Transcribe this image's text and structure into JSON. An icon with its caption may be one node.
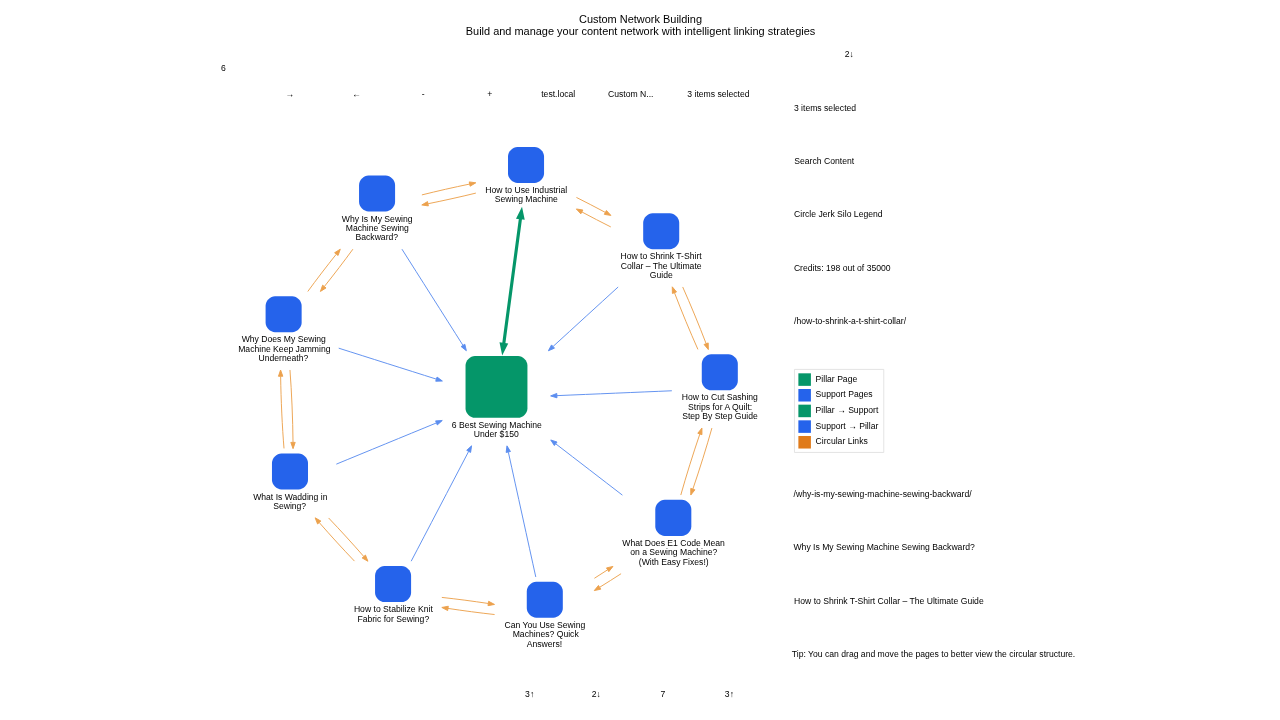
{
  "diagram": {
    "title": "Custom Network Building",
    "caption": "Build and manage your content network with intelligent linking strategies",
    "nodes": [
      {
        "text": [
          "6 Best Sewing Machine Under $150"
        ]
      },
      {
        "text": [
          "How to Cut Sashing Strips for A Quilt: Step By Step Guide"
        ]
      },
      {
        "text": [
          "How to Shrink T-Shirt Collar – The Ultimate Guide"
        ]
      },
      {
        "text": [
          "How to Use Industrial Sewing Machine"
        ]
      },
      {
        "text": [
          "Why Is My Sewing Machine Sewing Backward?"
        ]
      },
      {
        "text": [
          "Why Does My Sewing Machine Keep Jamming Underneath?"
        ]
      },
      {
        "text": [
          "What Is Wadding in Sewing?"
        ]
      },
      {
        "text": [
          "How to Stabilize Knit Fabric for Sewing?"
        ]
      },
      {
        "text": [
          "Can You Use Sewing Machines? Quick Answers!"
        ]
      },
      {
        "text": [
          "What Does E1 Code Mean on a Sewing Machine? (With Easy Fixes!)"
        ]
      }
    ],
    "edges": [
      {
        "from": 0,
        "to": 3,
        "arrow": "both",
        "color": "#059669",
        "style": "thick"
      },
      {
        "from": 1,
        "to": 0,
        "arrow": "to",
        "color": "#5b8def"
      },
      {
        "from": 2,
        "to": 0,
        "arrow": "to",
        "color": "#5b8def"
      },
      {
        "from": 4,
        "to": 0,
        "arrow": "to",
        "color": "#5b8def"
      },
      {
        "from": 5,
        "to": 0,
        "arrow": "to",
        "color": "#5b8def"
      },
      {
        "from": 6,
        "to": 0,
        "arrow": "to",
        "color": "#5b8def"
      },
      {
        "from": 7,
        "to": 0,
        "arrow": "to",
        "color": "#5b8def"
      },
      {
        "from": 8,
        "to": 0,
        "arrow": "to",
        "color": "#5b8def"
      },
      {
        "from": 9,
        "to": 0,
        "arrow": "to",
        "color": "#5b8def"
      },
      {
        "from": 1,
        "to": 2,
        "arrow": "to"
      },
      {
        "from": 2,
        "to": 1,
        "arrow": "to"
      },
      {
        "from": 2,
        "to": 3,
        "arrow": "to"
      },
      {
        "from": 3,
        "to": 2,
        "arrow": "to"
      },
      {
        "from": 3,
        "to": 4,
        "arrow": "to"
      },
      {
        "from": 4,
        "to": 3,
        "arrow": "to"
      },
      {
        "from": 4,
        "to": 5,
        "arrow": "to"
      },
      {
        "from": 5,
        "to": 4,
        "arrow": "to"
      },
      {
        "from": 5,
        "to": 6,
        "arrow": "to"
      },
      {
        "from": 6,
        "to": 5,
        "arrow": "to"
      },
      {
        "from": 6,
        "to": 7,
        "arrow": "to"
      },
      {
        "from": 7,
        "to": 6,
        "arrow": "to"
      },
      {
        "from": 7,
        "to": 8,
        "arrow": "to"
      },
      {
        "from": 8,
        "to": 7,
        "arrow": "to"
      },
      {
        "from": 8,
        "to": 9,
        "arrow": "to"
      },
      {
        "from": 9,
        "to": 8,
        "arrow": "to"
      },
      {
        "from": 9,
        "to": 1,
        "arrow": "to"
      },
      {
        "from": 1,
        "to": 9,
        "arrow": "to"
      }
    ],
    "labels": [
      "test.local",
      "Custom N...",
      "Credits: 198 out of 35000",
      "Search Content",
      "Circle Jerk Silo Legend",
      "+",
      "-",
      "←",
      "→",
      "Tip: You can drag and move the pages to better view the circular structure.",
      "6",
      "Why Is My Sewing Machine Sewing Backward?",
      "3↑",
      "2↓",
      "/why-is-my-sewing-machine-sewing-backward/",
      "3 items selected",
      "7",
      "How to Shrink T-Shirt Collar – The Ultimate Guide",
      "3↑",
      "2↓",
      "/how-to-shrink-a-t-shirt-collar/",
      "3 items selected"
    ],
    "legend": [
      {
        "text": "Pillar Page",
        "color": "#059669"
      },
      {
        "text": "Support Pages",
        "color": "#2563eb"
      },
      {
        "text": "Pillar → Support",
        "color": "#059669"
      },
      {
        "text": "Support → Pillar",
        "color": "#2563eb"
      },
      {
        "text": "Circular Links",
        "color": "#e07b1a"
      }
    ]
  }
}
